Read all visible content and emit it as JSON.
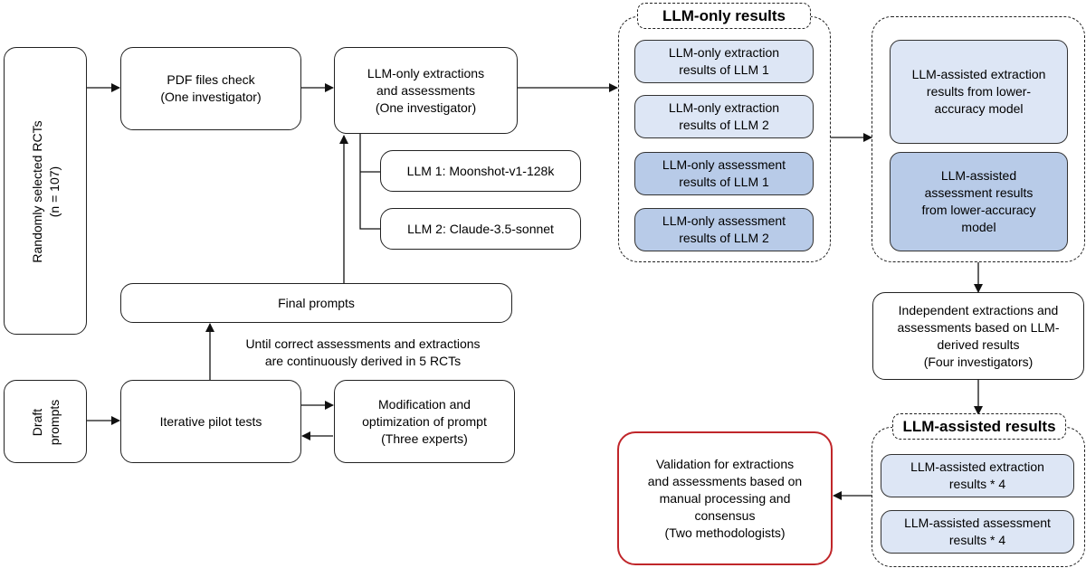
{
  "nodes": {
    "rcts": "Randomly selected RCTs\n(n = 107)",
    "pdf_check": "PDF files check\n(One investigator)",
    "llm_only": "LLM-only extractions\nand assessments\n(One investigator)",
    "llm1": "LLM 1: Moonshot-v1-128k",
    "llm2": "LLM 2: Claude-3.5-sonnet",
    "final_prompts": "Final prompts",
    "until_note": "Until correct assessments and extractions\nare continuously derived in 5 RCTs",
    "draft": "Draft\nprompts",
    "pilot": "Iterative pilot tests",
    "modification": "Modification and\noptimization of prompt\n(Three experts)",
    "independent": "Independent extractions and\nassessments based on LLM-\nderived results\n(Four investigators)",
    "validation": "Validation for extractions\nand assessments based on\nmanual processing and\nconsensus\n(Two methodologists)"
  },
  "groups": {
    "llm_only_results": {
      "title": "LLM-only results",
      "items": [
        "LLM-only extraction\nresults of LLM 1",
        "LLM-only extraction\nresults of LLM 2",
        "LLM-only assessment\nresults of LLM 1",
        "LLM-only assessment\nresults of LLM 2"
      ]
    },
    "lower_accuracy": {
      "items": [
        "LLM-assisted extraction\nresults from lower-\naccuracy model",
        "LLM-assisted\nassessment results\nfrom lower-accuracy\nmodel"
      ]
    },
    "llm_assisted_results": {
      "title": "LLM-assisted results",
      "items": [
        "LLM-assisted extraction\nresults * 4",
        "LLM-assisted assessment\nresults * 4"
      ]
    }
  },
  "colors": {
    "extraction_fill": "#dde6f5",
    "assessment_fill": "#b8cbe8",
    "validation_border": "#c0262a"
  }
}
